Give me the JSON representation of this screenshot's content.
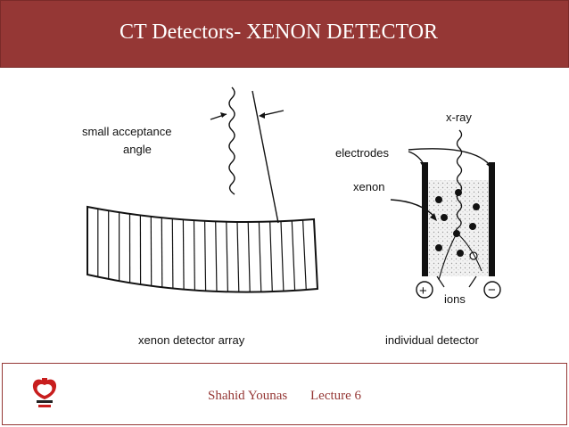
{
  "header": {
    "title": "CT Detectors- XENON DETECTOR"
  },
  "figure": {
    "left": {
      "label_line1": "small acceptance",
      "label_line2": "angle",
      "caption": "xenon detector array"
    },
    "right": {
      "xray_label": "x-ray",
      "electrodes_label": "electrodes",
      "xenon_label": "xenon",
      "ions_label": "ions",
      "plus_label": "+",
      "minus_label": "−",
      "caption": "individual detector"
    }
  },
  "footer": {
    "author": "Shahid Younas",
    "lecture": "Lecture 6"
  },
  "colors": {
    "accent": "#953735",
    "title_text": "#ffffff"
  }
}
